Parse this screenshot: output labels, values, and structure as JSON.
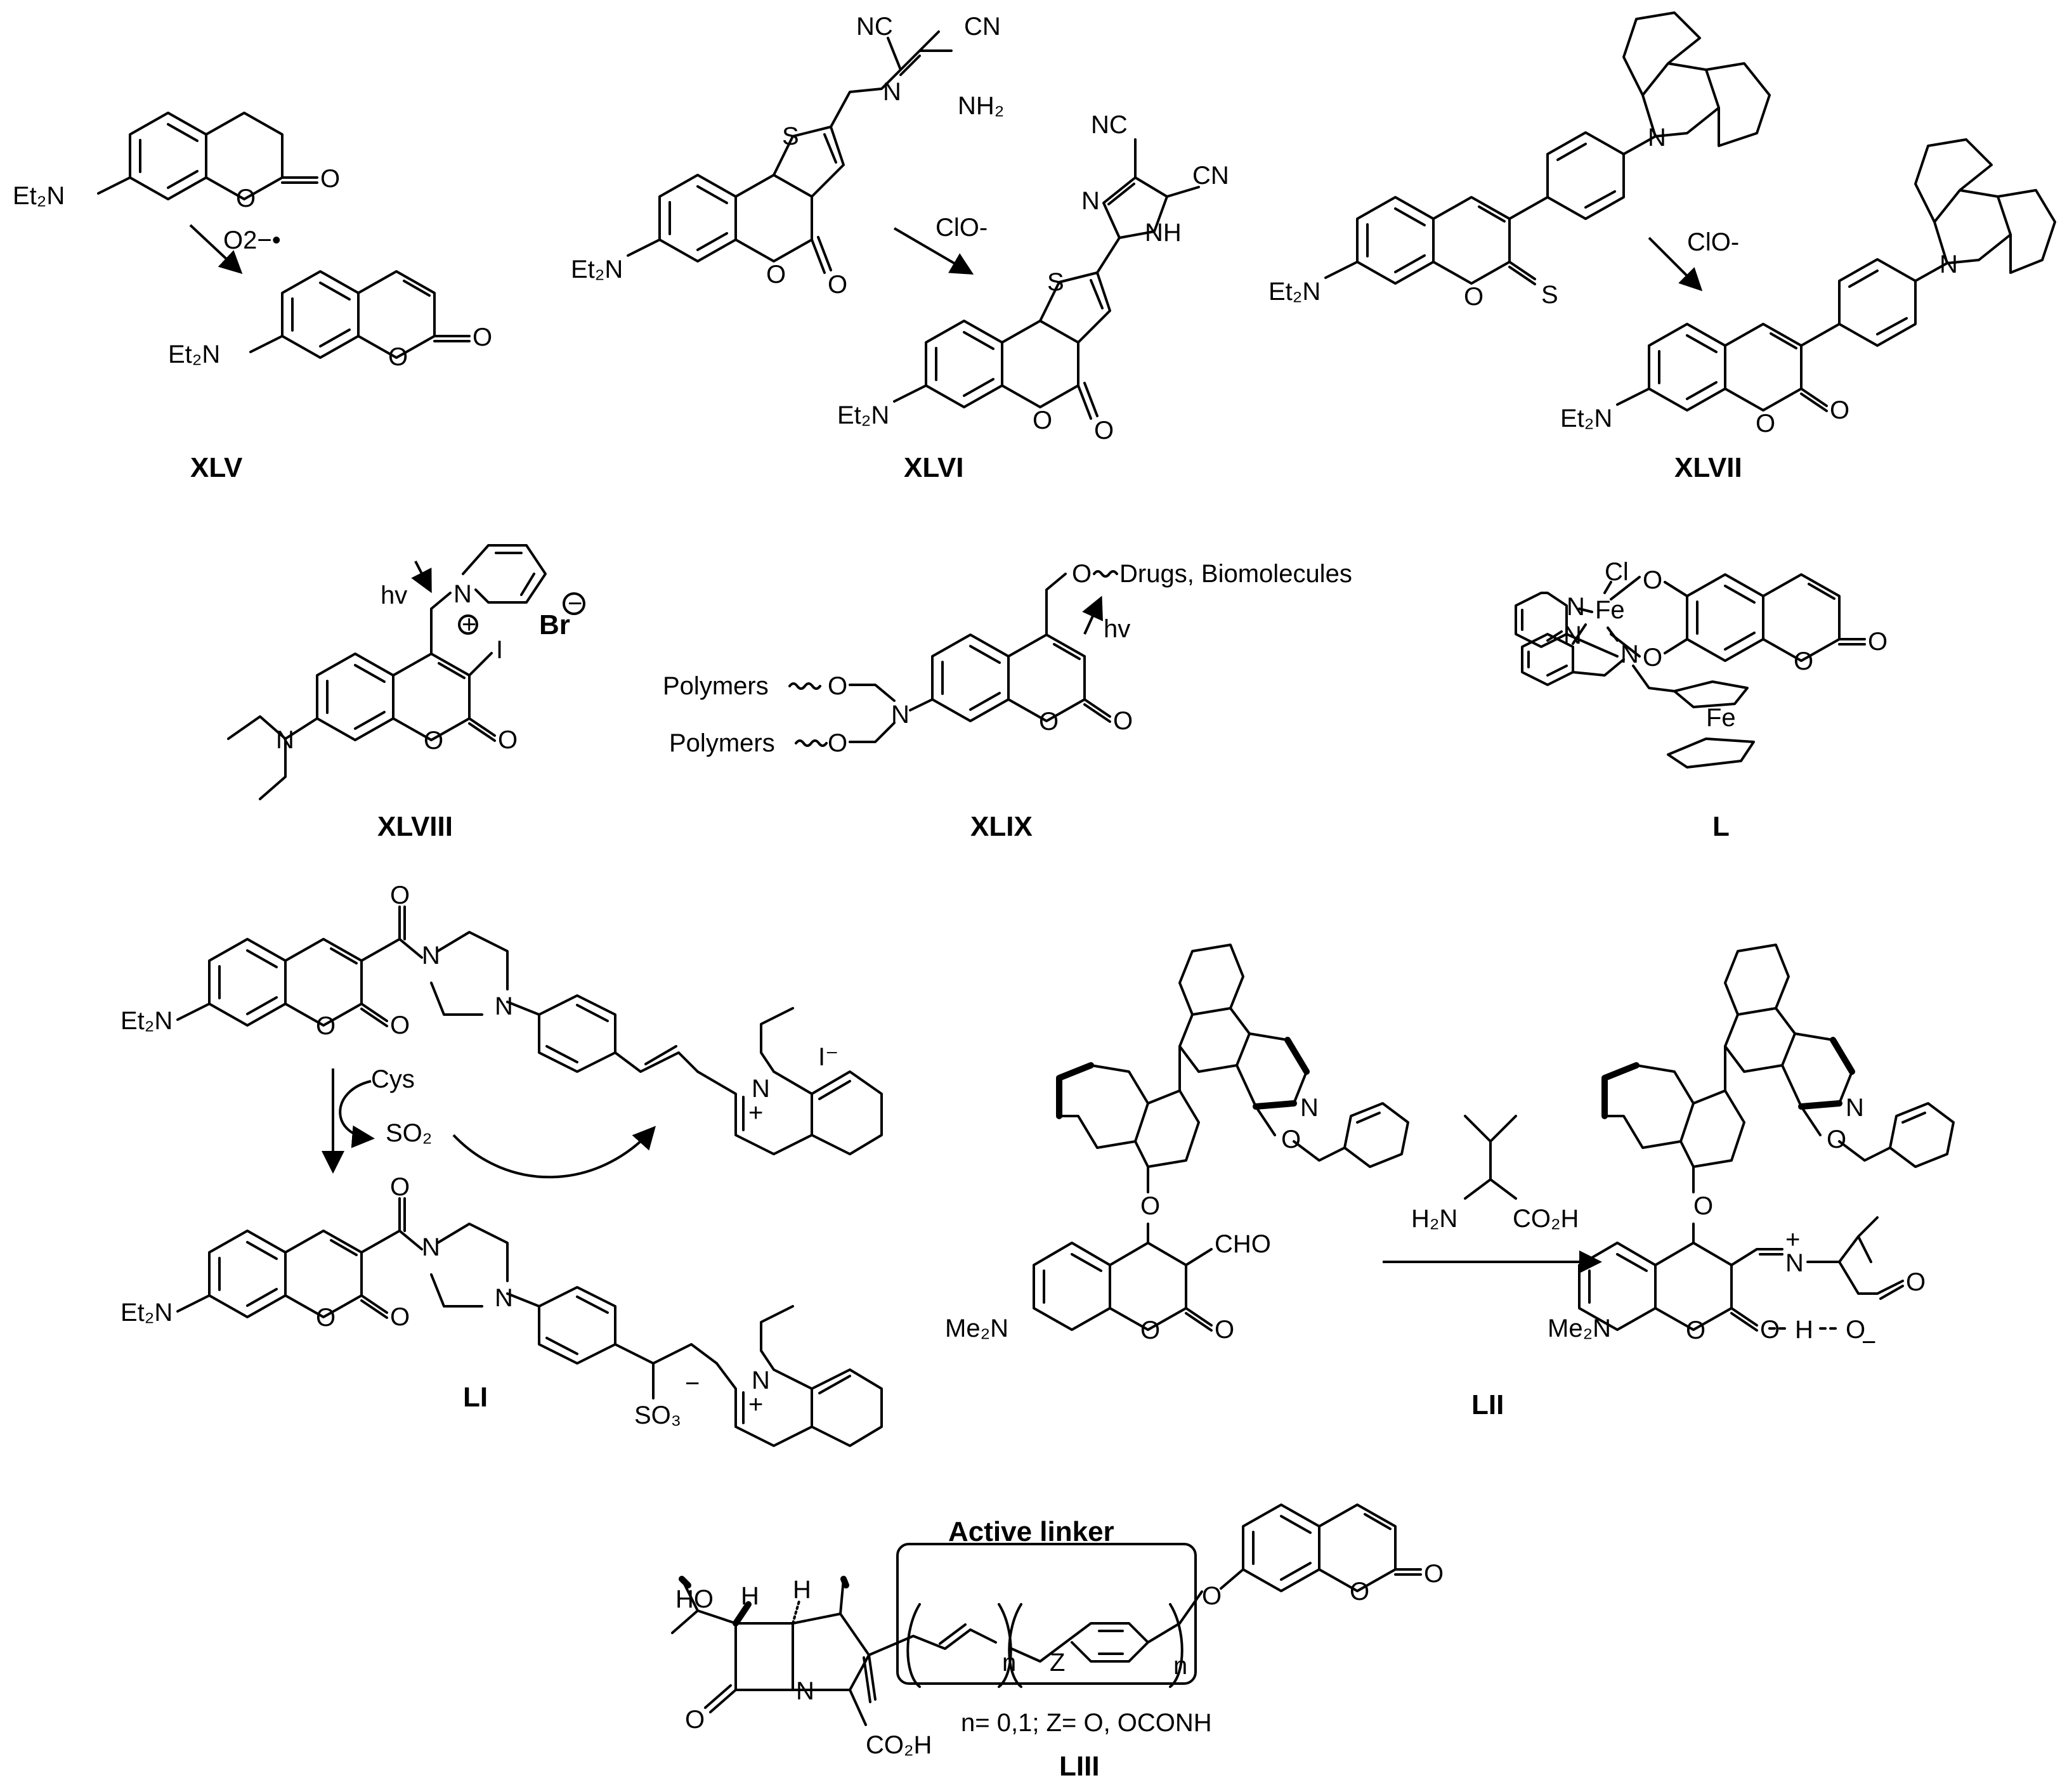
{
  "compounds": [
    {
      "id": "XLV",
      "label": "XLV",
      "reagent": "O2−•"
    },
    {
      "id": "XLVI",
      "label": "XLVI",
      "reagent": "ClO-"
    },
    {
      "id": "XLVII",
      "label": "XLVII",
      "reagent": "ClO-"
    },
    {
      "id": "XLVIII",
      "label": "XLVIII"
    },
    {
      "id": "XLIX",
      "label": "XLIX"
    },
    {
      "id": "L",
      "label": "L"
    },
    {
      "id": "LI",
      "label": "LI"
    },
    {
      "id": "LII",
      "label": "LII"
    },
    {
      "id": "LIII",
      "label": "LIII"
    }
  ],
  "atoms": {
    "et2n": "Et₂N",
    "me2n": "Me₂N",
    "o": "O",
    "s": "S",
    "n": "N",
    "nh": "NH",
    "nc": "NC",
    "cn": "CN",
    "nh2": "NH₂",
    "i": "I",
    "br": "Br",
    "cl": "Cl",
    "fe": "Fe",
    "cho": "CHO",
    "h2n": "H₂N",
    "co2h": "CO₂H",
    "so3": "SO₃",
    "ho": "HO",
    "h": "H",
    "z": "Z",
    "n_sub": "n",
    "plus": "+",
    "minus": "−",
    "iodide": "I⁻"
  },
  "texts": {
    "hv": "hv",
    "cys": "Cys",
    "so2": "SO₂",
    "drugs": "Drugs, Biomolecules",
    "polymers": "Polymers",
    "active_linker": "Active linker",
    "linker_note": "n= 0,1; Z= O, OCONH",
    "valine_amine": "H₂N",
    "valine_acid": "CO₂H"
  }
}
